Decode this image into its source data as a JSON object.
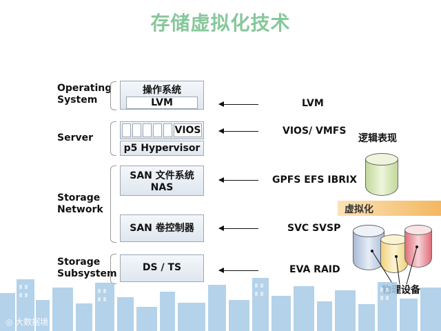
{
  "title": "存储虚拟化技术",
  "layers": {
    "os": "Operating\nSystem",
    "server": "Server",
    "network": "Storage\nNetwork",
    "subsystem": "Storage\nSubsystem"
  },
  "boxes": {
    "os_line1": "操作系统",
    "os_line2": "LVM",
    "vios": "VIOS",
    "hypervisor": "p5 Hypervisor",
    "san_fs_line1": "SAN 文件系统",
    "san_fs_line2": "NAS",
    "san_ctrl": "SAN 卷控制器",
    "ds_ts": "DS / TS"
  },
  "technologies": {
    "lvm": "LVM",
    "vios_vmfs": "VIOS/ VMFS",
    "gpfs": "GPFS EFS IBRIX",
    "svc": "SVC SVSP",
    "eva": "EVA RAID"
  },
  "annotations": {
    "logical": "逻辑表现",
    "virtualization": "虚拟化",
    "physical": "物理设备"
  },
  "watermark": "大数据境",
  "colors": {
    "title": "#86c79a",
    "logical_cylinder": "#d9e8b5",
    "virt_band": "#f3b762",
    "cyl_blue": "#c6d3e6",
    "cyl_yellow": "#f8e3a1",
    "cyl_red": "#e98a92",
    "skyline": "#a7cbe6"
  }
}
